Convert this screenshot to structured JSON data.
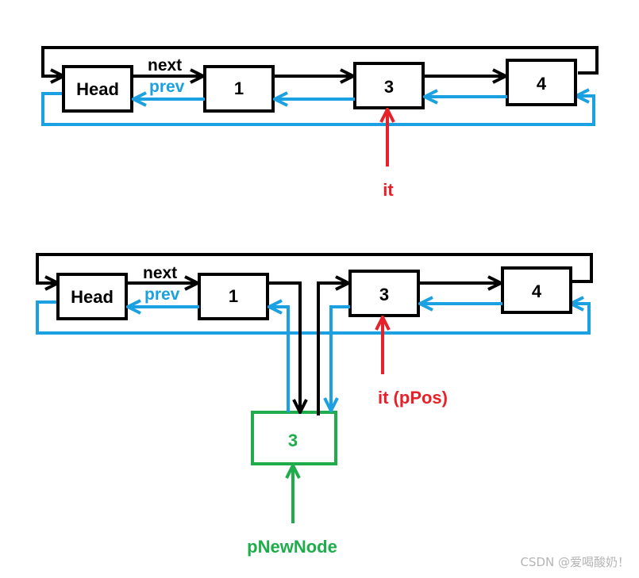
{
  "colors": {
    "black": "#000000",
    "blue": "#1ba1e2",
    "red": "#e8202a",
    "green": "#1fad4b"
  },
  "diagram_before": {
    "nodes": {
      "head": "Head",
      "n1": "1",
      "n3": "3",
      "n4": "4"
    },
    "labels": {
      "next": "next",
      "prev": "prev"
    },
    "pointer": "it"
  },
  "diagram_after": {
    "nodes": {
      "head": "Head",
      "n1": "1",
      "n3": "3",
      "n4": "4",
      "new_node": "3"
    },
    "labels": {
      "next": "next",
      "prev": "prev"
    },
    "pointer_it": "it (pPos)",
    "pointer_new": "pNewNode"
  },
  "watermark": "CSDN @爱喝酸奶！"
}
